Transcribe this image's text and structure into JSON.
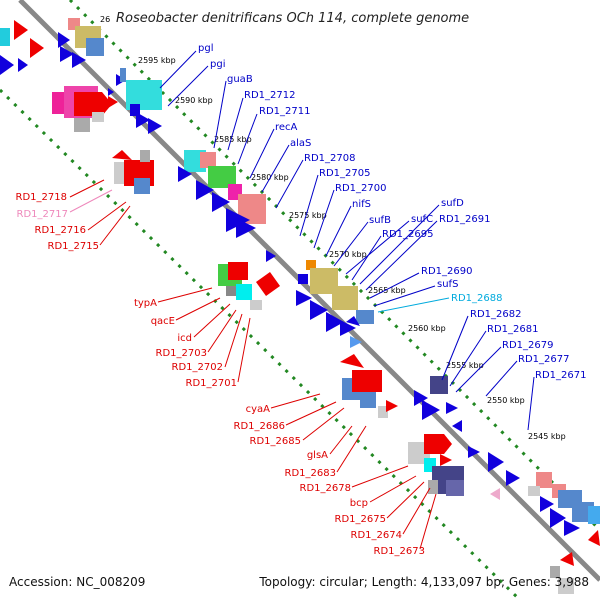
{
  "title": "Roseobacter denitrificans OCh 114, complete genome",
  "footer": {
    "accession": "Accession: NC_008209",
    "topology": "Topology: circular; Length: 4,133,097 bp; Genes: 3,988"
  },
  "colors": {
    "forward_label": "#0000c8",
    "reverse_label": "#dd0000",
    "highlight_label": "#00aadd",
    "pseudo_label": "#ee88bb",
    "backbone": "#888888",
    "tick_dots": "#228822"
  },
  "scale": {
    "tick_labels": [
      "26",
      "2595 kbp",
      "2590 kbp",
      "2585 kbp",
      "2580 kbp",
      "2575 kbp",
      "2570 kbp",
      "2565 kbp",
      "2560 kbp",
      "2555 kbp",
      "2550 kbp",
      "2545 kbp"
    ]
  },
  "forward_genes": [
    "pgl",
    "pgi",
    "guaB",
    "RD1_2712",
    "RD1_2711",
    "recA",
    "alaS",
    "RD1_2708",
    "RD1_2705",
    "RD1_2700",
    "nifS",
    "sufB",
    "sufC",
    "RD1_2695",
    "sufD",
    "RD1_2691",
    "RD1_2690",
    "sufS",
    "RD1_2688",
    "RD1_2682",
    "RD1_2681",
    "RD1_2679",
    "RD1_2677",
    "RD1_2671"
  ],
  "reverse_genes": [
    "RD1_2718",
    "RD1_2717",
    "RD1_2716",
    "RD1_2715",
    "typA",
    "qacE",
    "icd",
    "RD1_2703",
    "RD1_2702",
    "RD1_2701",
    "cyaA",
    "RD1_2686",
    "RD1_2685",
    "glsA",
    "RD1_2683",
    "RD1_2678",
    "bcp",
    "RD1_2675",
    "RD1_2674",
    "RD1_2673"
  ]
}
